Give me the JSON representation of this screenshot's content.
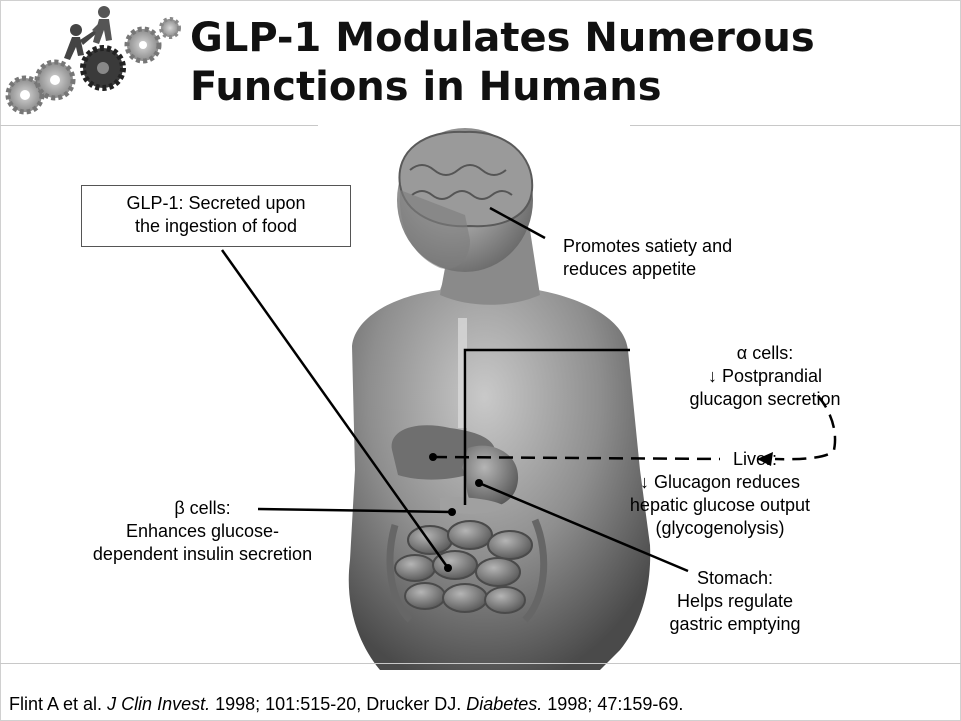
{
  "slide": {
    "title_lines": [
      "GLP-1 Modulates Numerous",
      "Functions in Humans"
    ],
    "logo": "climbing-figures-on-gears-logo"
  },
  "diagram": {
    "figure": "human-torso-anatomy-illustration",
    "labels": {
      "glp1_box": [
        "GLP-1: Secreted upon",
        "the ingestion of food"
      ],
      "brain": [
        "Promotes satiety and",
        "reduces appetite"
      ],
      "alpha_cells": [
        "α cells:",
        "↓ Postprandial",
        "glucagon secretion"
      ],
      "liver": [
        "Liver:",
        "↓ Glucagon reduces",
        "hepatic glucose output",
        "(glycogenolysis)"
      ],
      "beta_cells": [
        "β cells:",
        "Enhances glucose-",
        "dependent insulin secretion"
      ],
      "stomach": [
        "Stomach:",
        "Helps regulate",
        "gastric emptying"
      ]
    }
  },
  "footer": {
    "citation_parts": [
      {
        "text": "Flint A et al. ",
        "italic": false
      },
      {
        "text": "J Clin Invest.",
        "italic": true
      },
      {
        "text": " 1998; 101:515-20, Drucker DJ. ",
        "italic": false
      },
      {
        "text": "Diabetes.",
        "italic": true
      },
      {
        "text": " 1998; 47:159-69.",
        "italic": false
      }
    ]
  }
}
